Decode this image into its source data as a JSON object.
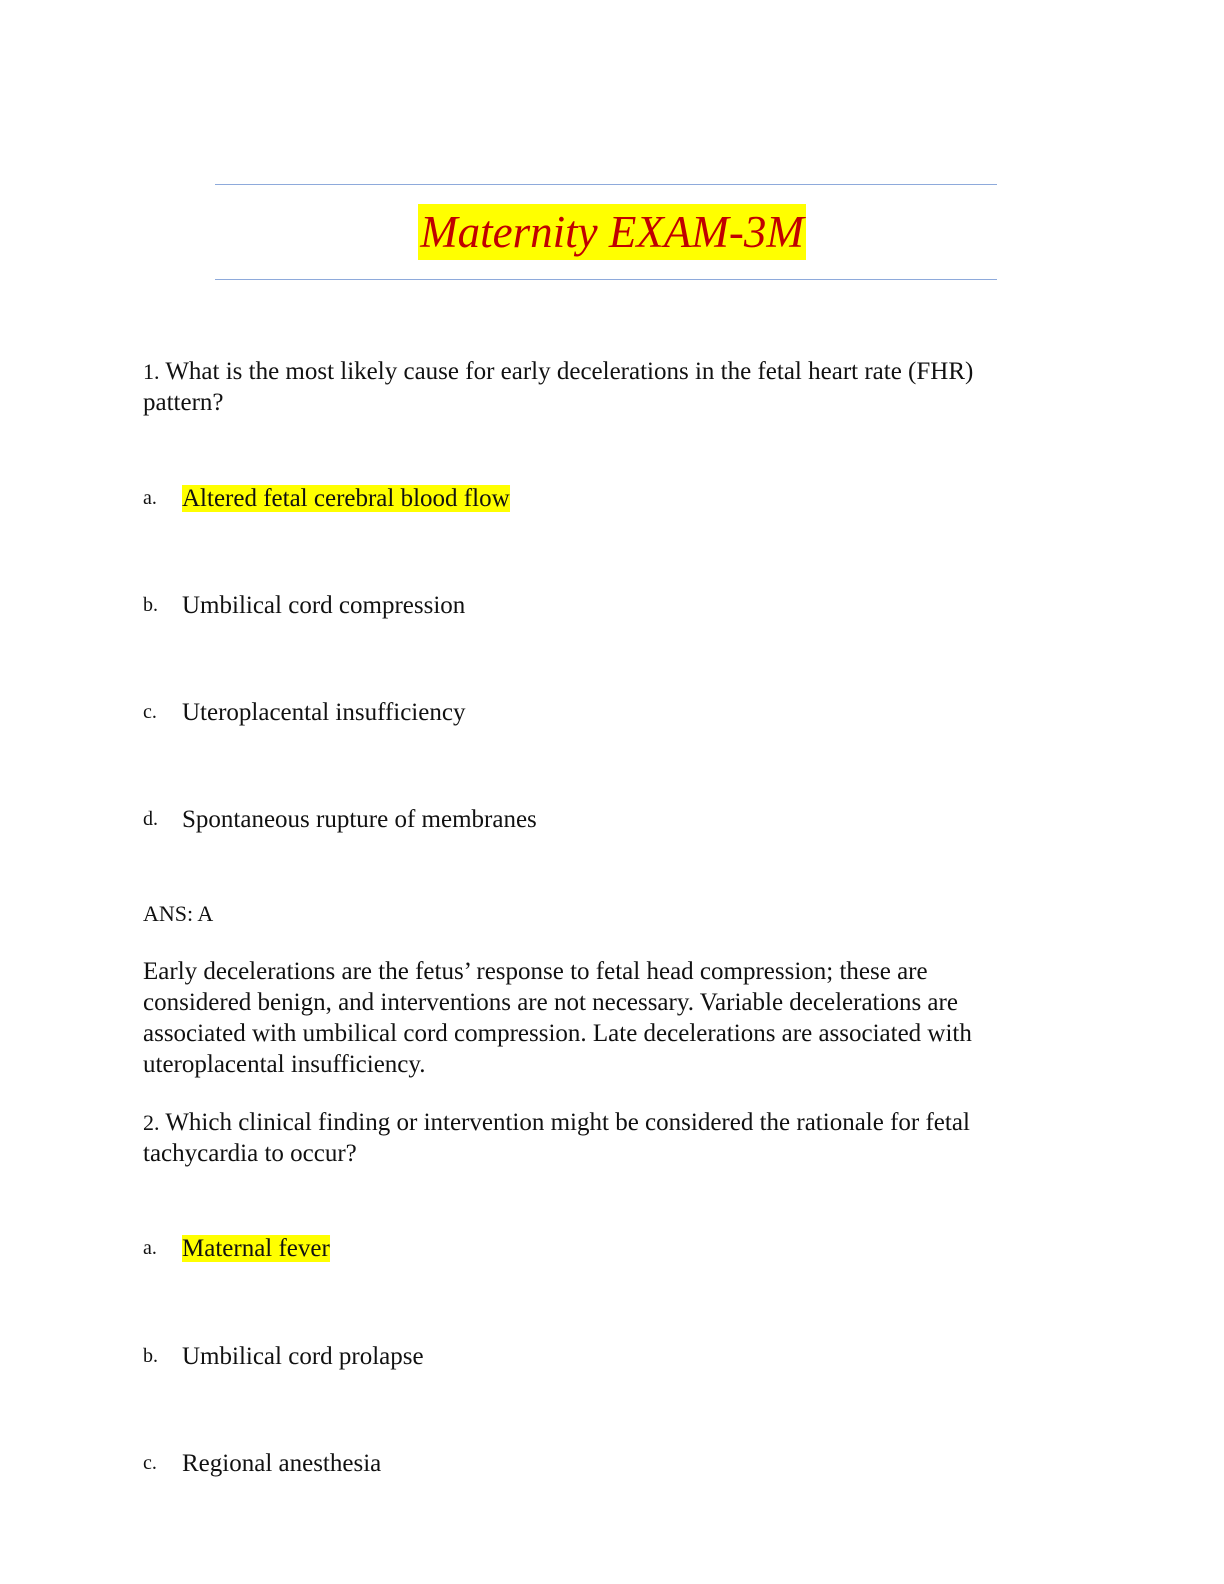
{
  "document": {
    "title": "Maternity EXAM-3M"
  },
  "q1": {
    "number": "1.",
    "text": "What is the most likely cause for early decelerations in the fetal heart rate (FHR) pattern?",
    "options": [
      {
        "letter": "a.",
        "text": "Altered fetal cerebral blood flow",
        "highlighted": true
      },
      {
        "letter": "b.",
        "text": "Umbilical cord compression",
        "highlighted": false
      },
      {
        "letter": "c.",
        "text": "Uteroplacental insufficiency",
        "highlighted": false
      },
      {
        "letter": "d.",
        "text": "Spontaneous rupture of membranes",
        "highlighted": false
      }
    ],
    "answer": "ANS: A",
    "rationale": "Early decelerations are the fetus’ response to fetal head compression; these are considered benign, and interventions are not necessary. Variable decelerations are associated with umbilical cord compression. Late decelerations are associated with uteroplacental insufficiency."
  },
  "q2": {
    "number": "2.",
    "text": "Which clinical finding or intervention might be considered the rationale for fetal tachycardia to occur?",
    "options": [
      {
        "letter": "a.",
        "text": "Maternal fever",
        "highlighted": true
      },
      {
        "letter": "b.",
        "text": "Umbilical cord prolapse",
        "highlighted": false
      },
      {
        "letter": "c.",
        "text": "Regional anesthesia",
        "highlighted": false
      }
    ]
  },
  "colors": {
    "highlight": "#ffff00",
    "title_text": "#c00000",
    "rule": "#8eaadb"
  }
}
